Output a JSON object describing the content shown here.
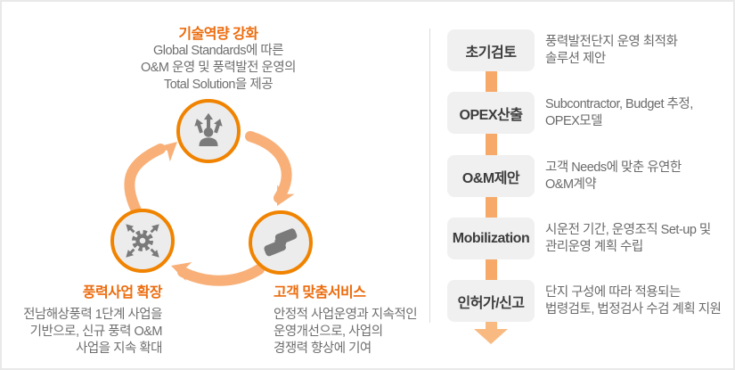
{
  "colors": {
    "accent_title_orange": "#ec6c0e",
    "ring_orange": "#f08300",
    "cycle_arrow_orange": "#f8b078",
    "flow_connector_orange": "#f6a968",
    "flow_arrowhead_orange": "#f9ba82",
    "box_bg_gray": "#f0f0f0",
    "circle_fill_gray": "#ececec",
    "icon_gray": "#7a7a7a",
    "text_dark": "#3c3c3c",
    "text_gray": "#6b6b6b"
  },
  "cycle": {
    "top": {
      "title": "기술역량 강화",
      "icon": "growth-person-icon",
      "desc_lines": [
        "Global Standards에 따른",
        "O&M 운영 및 풍력발전 운영의",
        "Total Solution을 제공"
      ]
    },
    "left": {
      "title": "풍력사업 확장",
      "icon": "expand-gear-icon",
      "desc_lines": [
        "전남해상풍력 1단계 사업을",
        "기반으로, 신규 풍력 O&M",
        "사업을 지속 확대"
      ]
    },
    "right": {
      "title": "고객 맞춤서비스",
      "icon": "handshake-icon",
      "desc_lines": [
        "안정적 사업운영과 지속적인",
        "운영개선으로, 사업의",
        "경쟁력 향상에 기여"
      ]
    }
  },
  "process": {
    "steps": [
      {
        "label": "초기검토",
        "desc_lines": [
          "풍력발전단지 운영 최적화",
          "솔루션 제안"
        ]
      },
      {
        "label": "OPEX산출",
        "desc_lines": [
          "Subcontractor, Budget 추정,",
          "OPEX모델"
        ]
      },
      {
        "label": "O&M제안",
        "desc_lines": [
          "고객 Needs에 맞춘 유연한",
          "O&M계약"
        ]
      },
      {
        "label": "Mobilization",
        "desc_lines": [
          "시운전 기간, 운영조직 Set-up 및",
          "관리운영 계획 수립"
        ]
      },
      {
        "label": "인허가/신고",
        "desc_lines": [
          "단지 구성에 따라 적용되는",
          "법령검토, 법정검사 수검 계획 지원"
        ]
      }
    ]
  }
}
